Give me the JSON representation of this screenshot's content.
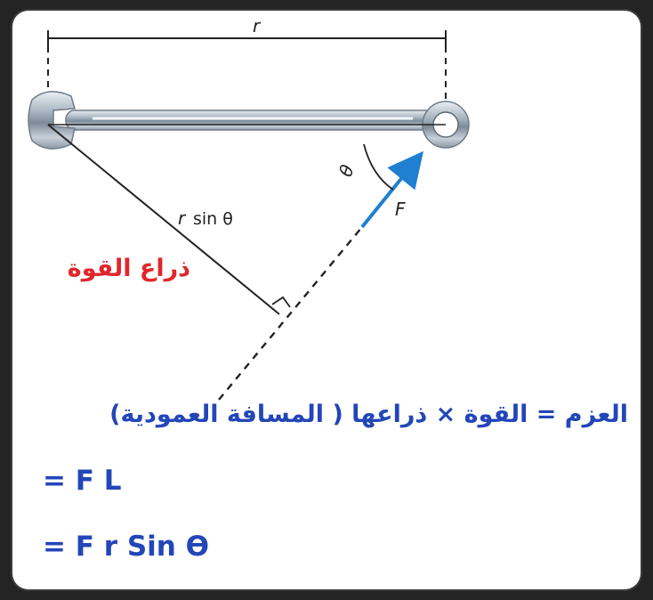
{
  "diagram": {
    "dimension_label": "r",
    "perp_label_r": "r",
    "perp_label_sin": "sin θ",
    "angle_label": "θ",
    "force_label": "F",
    "arm_label": "ذراع القوة"
  },
  "equations": {
    "line1": "العزم = القوة × ذراعها ( المسافة العمودية)",
    "line2": "= F L",
    "line3": "= F r Sin ϴ"
  },
  "colors": {
    "arm_label": "#e0262b",
    "equations": "#2346b8",
    "force_arrow": "#1f7fd1"
  }
}
